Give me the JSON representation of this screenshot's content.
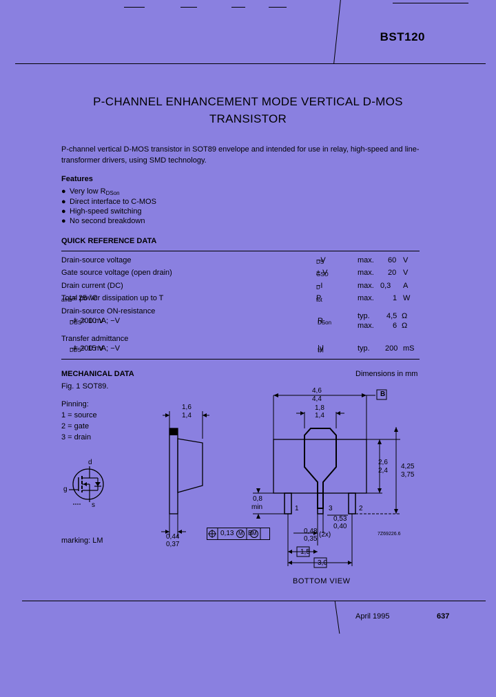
{
  "header": {
    "part_number": "BST120"
  },
  "title": {
    "line1": "P-CHANNEL ENHANCEMENT MODE VERTICAL D-MOS",
    "line2": "TRANSISTOR"
  },
  "intro": "P-channel vertical D-MOS transistor in SOT89 envelope and intended for use in relay, high-speed and line-transformer drivers, using SMD technology.",
  "features": {
    "heading": "Features",
    "items": [
      "Very low R",
      "Direct interface to C-MOS",
      "High-speed switching",
      "No second breakdown"
    ],
    "item1_sub": "DSon"
  },
  "quick_reference": {
    "heading": "QUICK REFERENCE DATA",
    "rows": [
      {
        "param": "Drain-source voltage",
        "sym": "−V",
        "sub": "DS",
        "qual": "max.",
        "val": "60",
        "unit": "V"
      },
      {
        "param": "Gate source voltage (open drain)",
        "sym": "± V",
        "sub": "GSO",
        "qual": "max.",
        "val": "20",
        "unit": "V"
      },
      {
        "param": "Drain current (DC)",
        "sym": "−I",
        "sub": "D",
        "qual": "max.",
        "val": "0,3",
        "unit": "A"
      },
      {
        "param": "Total power dissipation up to T",
        "psub": "amb",
        "ptail": " = 25 °C",
        "sym": "P",
        "sub": "tot",
        "qual": "max.",
        "val": "1",
        "unit": "W"
      }
    ],
    "ron": {
      "param": "Drain-source ON-resistance",
      "cond_a": "−I",
      "cond_a_sub": "D",
      "cond_b": " = 200 mA; −V",
      "cond_b_sub": "GS",
      "cond_c": " = 10 V",
      "sym": "R",
      "sub": "DSon",
      "qual1": "typ.",
      "val1": "4,5",
      "unit1": "Ω",
      "qual2": "max.",
      "val2": "6",
      "unit2": "Ω"
    },
    "yfs": {
      "param": "Transfer admittance",
      "cond_a": "−I",
      "cond_a_sub": "D",
      "cond_b": " = 200 mA; −V",
      "cond_b_sub": "DS",
      "cond_c": " = 15 V",
      "sym": "|y",
      "sub": "fs",
      "sym_tail": "|",
      "qual": "typ.",
      "val": "200",
      "unit": "mS"
    }
  },
  "mechanical": {
    "heading": "MECHANICAL DATA",
    "dimensions_note": "Dimensions in mm",
    "fig_caption": "Fig. 1  SOT89.",
    "pinning_heading": "Pinning:",
    "pins": [
      "1 = source",
      "2 = gate",
      "3 = drain"
    ],
    "marking": "marking: LM",
    "symbol_labels": {
      "d": "d",
      "g": "g",
      "s": "s"
    },
    "dims": {
      "side_w_top": "1,6",
      "side_w_bot": "1,4",
      "side_t_top": "0,44",
      "side_t_bot": "0,37",
      "w_top": "4,6",
      "w_bot": "4,4",
      "tab_top": "1,8",
      "tab_bot": "1,4",
      "h1_top": "2,6",
      "h1_bot": "2,4",
      "h2_top": "4,25",
      "h2_bot": "3,75",
      "min_val": "0,8",
      "min_label": "min",
      "lead_top": "0,48",
      "lead_bot": "0,35",
      "lead_note": "(2x)",
      "lead2_top": "0,53",
      "lead2_bot": "0,40",
      "pitch": "1,5",
      "span": "3,0",
      "datum": "B",
      "tol_val": "0,13",
      "tol_m": "M",
      "tol_ref": "B",
      "tol_m2": "M",
      "pin1": "1",
      "pin2": "2",
      "pin3": "3",
      "drawing_code": "7Z69226.6"
    },
    "view_label": "BOTTOM  VIEW"
  },
  "footer": {
    "date": "April 1995",
    "page": "637"
  }
}
